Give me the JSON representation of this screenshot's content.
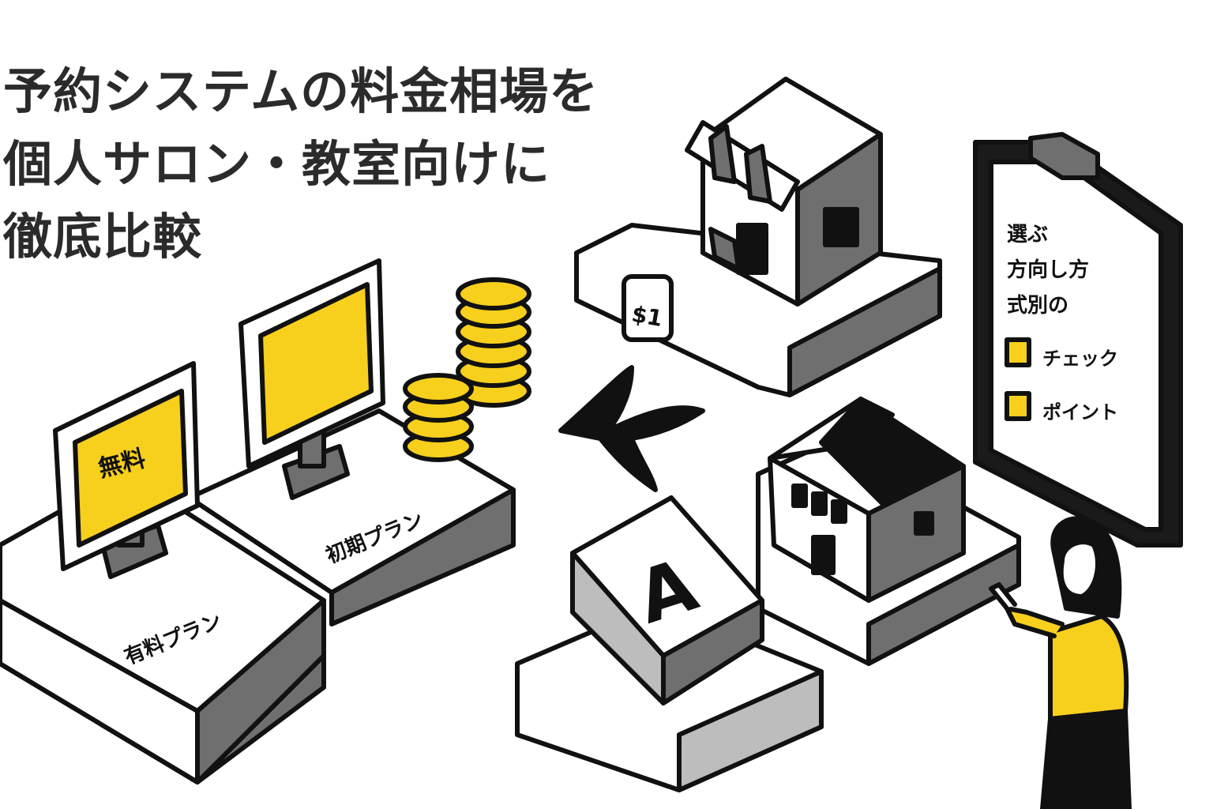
{
  "headline": {
    "line1": "予約システムの料金相場を",
    "line2": "個人サロン・教室向けに",
    "line3": "徹底比較"
  },
  "monitor_left": {
    "screen_text": "無料",
    "platform_label": "有料プラン"
  },
  "monitor_center": {
    "platform_label": "初期プラン"
  },
  "shop_platform": {
    "price_tag": "$1"
  },
  "letter_block": {
    "letter": "A"
  },
  "clipboard": {
    "line1": "選ぶ",
    "line2": "方向し方",
    "line3": "式別の",
    "item1": "チェック",
    "item2": "ポイント"
  },
  "colors": {
    "accent": "#f7cf1d",
    "ink": "#111111",
    "gray": "#6f6f6f",
    "light_gray": "#bdbdbd"
  }
}
